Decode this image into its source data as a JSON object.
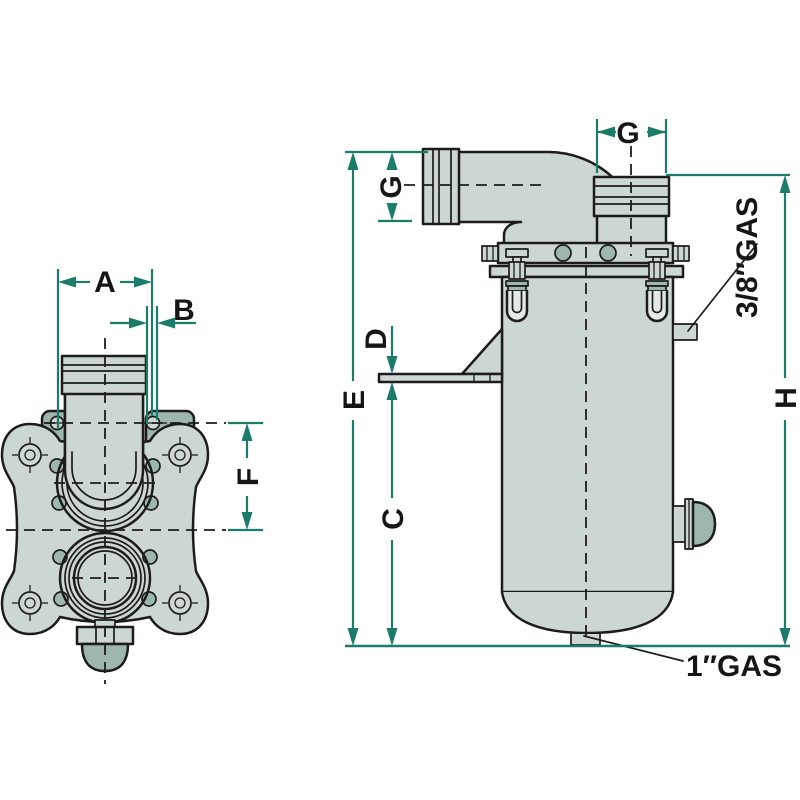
{
  "drawing": {
    "labels": {
      "a": "A",
      "b": "B",
      "c": "C",
      "d": "D",
      "e": "E",
      "f": "F",
      "g_inlet": "G",
      "g_outlet": "G",
      "h": "H"
    },
    "ports": {
      "side_port": "3/8″GAS",
      "drain_port": "1″GAS"
    },
    "colors": {
      "dimension_teal": "#1b7c6a",
      "outline": "#1c1c1c",
      "body_fill": "#ccd6d2",
      "accent_fill": "#9db7ae",
      "background": "#ffffff"
    }
  }
}
